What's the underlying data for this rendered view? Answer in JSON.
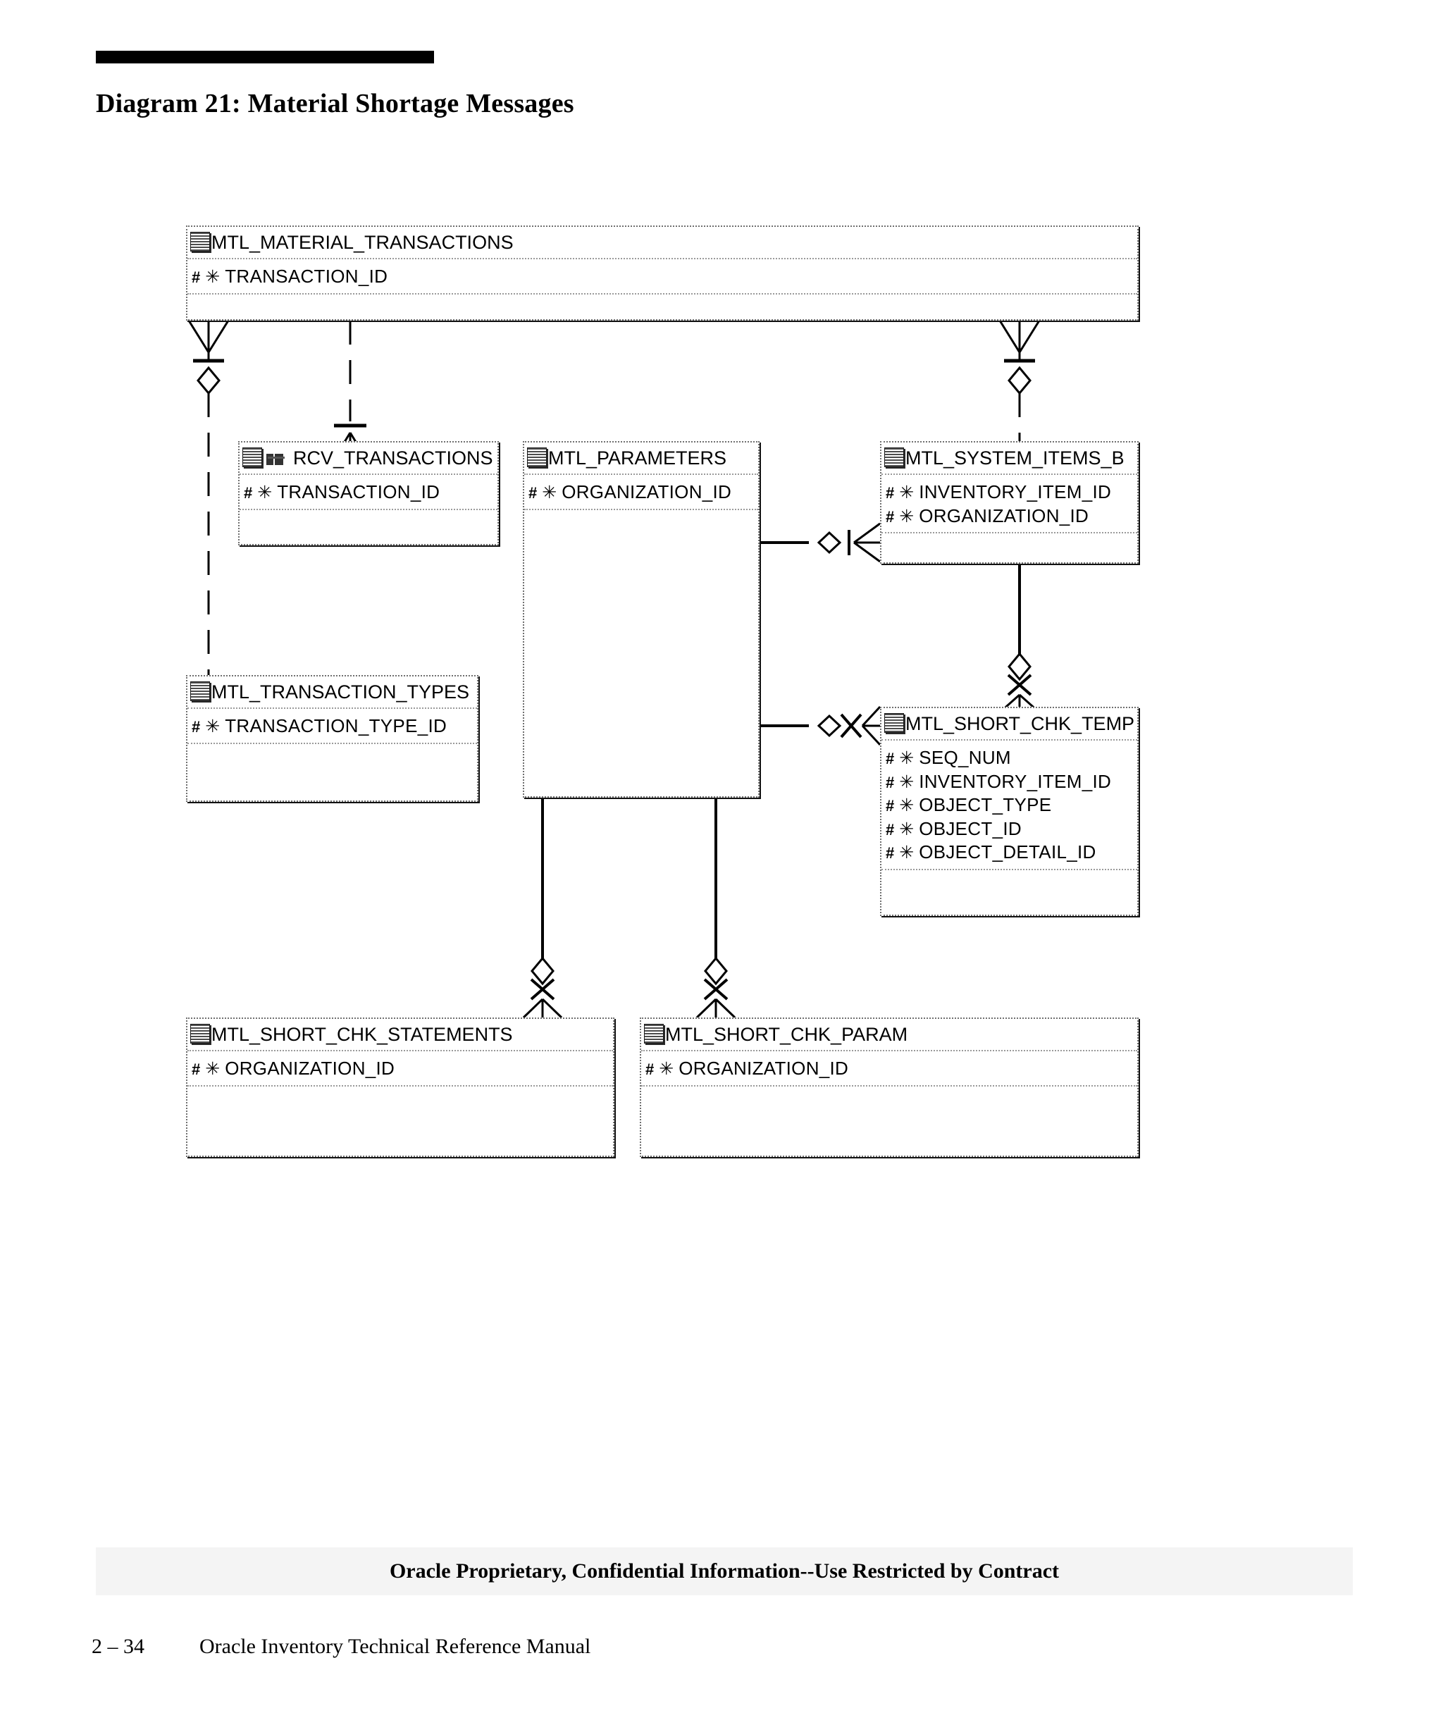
{
  "page": {
    "title": "Diagram 21: Material Shortage Messages",
    "footer_notice": "Oracle Proprietary, Confidential Information--Use Restricted by Contract",
    "page_number": "2 – 34",
    "manual_name": "Oracle Inventory Technical Reference Manual"
  },
  "legend": {
    "pk_marker": "#",
    "mandatory_marker": "✳",
    "table_icon": "table-icon",
    "link_icon": "link-icon"
  },
  "diagram": {
    "type": "entity-relationship",
    "entities": [
      {
        "id": "mtl_material_transactions",
        "name": "MTL_MATERIAL_TRANSACTIONS",
        "has_link_icon": false,
        "attributes": [
          {
            "pk": "#",
            "mandatory": "✳",
            "name": "TRANSACTION_ID"
          }
        ]
      },
      {
        "id": "rcv_transactions",
        "name": "RCV_TRANSACTIONS",
        "has_link_icon": true,
        "attributes": [
          {
            "pk": "#",
            "mandatory": "✳",
            "name": "TRANSACTION_ID"
          }
        ]
      },
      {
        "id": "mtl_parameters",
        "name": "MTL_PARAMETERS",
        "has_link_icon": false,
        "attributes": [
          {
            "pk": "#",
            "mandatory": "✳",
            "name": "ORGANIZATION_ID"
          }
        ]
      },
      {
        "id": "mtl_system_items_b",
        "name": "MTL_SYSTEM_ITEMS_B",
        "has_link_icon": false,
        "attributes": [
          {
            "pk": "#",
            "mandatory": "✳",
            "name": "INVENTORY_ITEM_ID"
          },
          {
            "pk": "#",
            "mandatory": "✳",
            "name": "ORGANIZATION_ID"
          }
        ]
      },
      {
        "id": "mtl_transaction_types",
        "name": "MTL_TRANSACTION_TYPES",
        "has_link_icon": false,
        "attributes": [
          {
            "pk": "#",
            "mandatory": "✳",
            "name": "TRANSACTION_TYPE_ID"
          }
        ]
      },
      {
        "id": "mtl_short_chk_temp",
        "name": "MTL_SHORT_CHK_TEMP",
        "has_link_icon": false,
        "attributes": [
          {
            "pk": "#",
            "mandatory": "✳",
            "name": "SEQ_NUM"
          },
          {
            "pk": "#",
            "mandatory": "✳",
            "name": "INVENTORY_ITEM_ID"
          },
          {
            "pk": "#",
            "mandatory": "✳",
            "name": "OBJECT_TYPE"
          },
          {
            "pk": "#",
            "mandatory": "✳",
            "name": "OBJECT_ID"
          },
          {
            "pk": "#",
            "mandatory": "✳",
            "name": "OBJECT_DETAIL_ID"
          }
        ]
      },
      {
        "id": "mtl_short_chk_statements",
        "name": "MTL_SHORT_CHK_STATEMENTS",
        "has_link_icon": false,
        "attributes": [
          {
            "pk": "#",
            "mandatory": "✳",
            "name": "ORGANIZATION_ID"
          }
        ]
      },
      {
        "id": "mtl_short_chk_param",
        "name": "MTL_SHORT_CHK_PARAM",
        "has_link_icon": false,
        "attributes": [
          {
            "pk": "#",
            "mandatory": "✳",
            "name": "ORGANIZATION_ID"
          }
        ]
      }
    ],
    "relationships": [
      {
        "from": "mtl_material_transactions",
        "to": "mtl_transaction_types",
        "from_end": "crowsfoot-bar",
        "to_end": "optional-diamond",
        "line": "dashed"
      },
      {
        "from": "mtl_material_transactions",
        "to": "rcv_transactions",
        "from_end": "bar",
        "to_end": "crowsfoot-bar",
        "line": "dashed"
      },
      {
        "from": "mtl_material_transactions",
        "to": "mtl_system_items_b",
        "from_end": "crowsfoot-bar",
        "to_end": "optional-diamond",
        "line": "dashed"
      },
      {
        "from": "mtl_parameters",
        "to": "mtl_system_items_b",
        "from_end": "diamond-bar",
        "to_end": "crowsfoot",
        "line": "solid"
      },
      {
        "from": "mtl_parameters",
        "to": "mtl_short_chk_temp",
        "from_end": "diamond-x",
        "to_end": "crowsfoot",
        "line": "solid"
      },
      {
        "from": "mtl_system_items_b",
        "to": "mtl_short_chk_temp",
        "from_end": "diamond-x",
        "to_end": "crowsfoot",
        "line": "solid"
      },
      {
        "from": "mtl_parameters",
        "to": "mtl_short_chk_statements",
        "from_end": "diamond-x",
        "to_end": "crowsfoot",
        "line": "solid"
      },
      {
        "from": "mtl_parameters",
        "to": "mtl_short_chk_param",
        "from_end": "diamond-x",
        "to_end": "crowsfoot",
        "line": "solid"
      }
    ]
  }
}
